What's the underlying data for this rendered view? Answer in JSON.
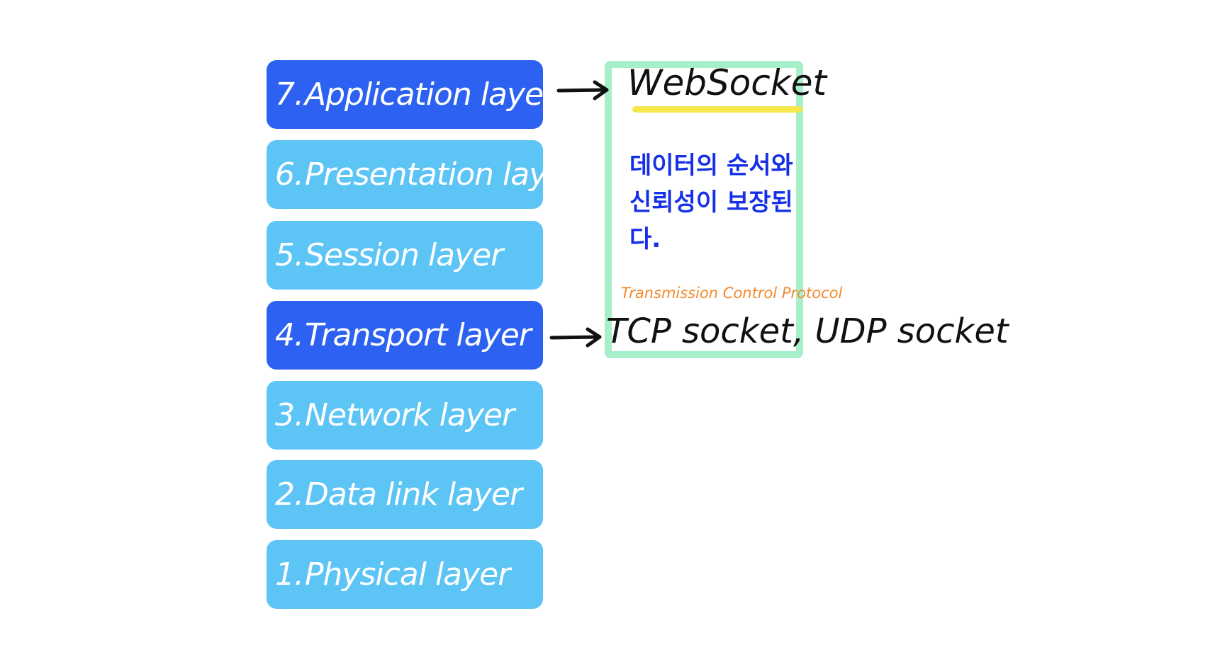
{
  "layers": [
    {
      "num": "7.",
      "name": "Application layer",
      "highlight": true
    },
    {
      "num": "6.",
      "name": "Presentation layer",
      "highlight": false
    },
    {
      "num": "5.",
      "name": "Session layer",
      "highlight": false
    },
    {
      "num": "4.",
      "name": "Transport layer",
      "highlight": true
    },
    {
      "num": "3.",
      "name": "Network layer",
      "highlight": false
    },
    {
      "num": "2.",
      "name": "Data link layer",
      "highlight": false
    },
    {
      "num": "1.",
      "name": "Physical layer",
      "highlight": false
    }
  ],
  "websocket": {
    "title": "WebSocket",
    "description_line1": "데이터의 순서와",
    "description_line2": "신뢰성이 보장된다."
  },
  "tcp": {
    "caption": "Transmission Control Protocol",
    "sockets": "TCP socket, UDP socket"
  },
  "colors": {
    "highlight_layer": "#2c61f1",
    "normal_layer": "#5dc4f6",
    "box_border": "#a6efc8",
    "underline": "#f5e84a",
    "korean_text": "#1530e6",
    "caption": "#f28a2c"
  }
}
